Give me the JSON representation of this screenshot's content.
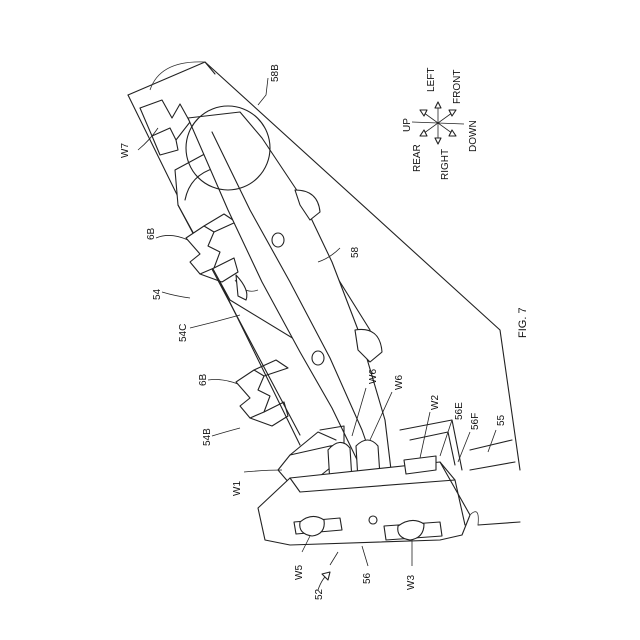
{
  "figure": {
    "label": "FIG. 7",
    "reference_labels": [
      "58B",
      "W7",
      "6B",
      "54",
      "54C",
      "58",
      "6B",
      "54B",
      "W6",
      "W6",
      "W2",
      "56E",
      "56F",
      "55",
      "W1",
      "W5",
      "52",
      "56",
      "W3"
    ]
  },
  "directions": {
    "up": "UP",
    "left": "LEFT",
    "front": "FRONT",
    "rear": "REAR",
    "right": "RIGHT",
    "down": "DOWN"
  }
}
